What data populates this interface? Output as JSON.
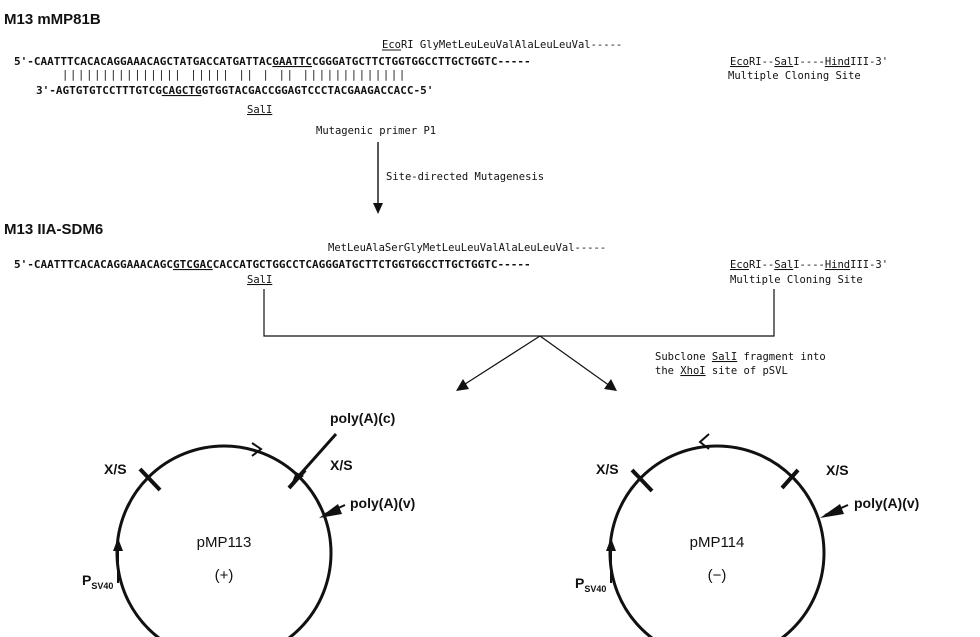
{
  "top": {
    "title": "M13 mMP81B",
    "aa_label": "EcoRI GlyMetLeuLeuValAlaLeuLeuVal-----",
    "seq5_prefix": "5'-CAATTTCACACAGGAAACAGCTATGACCATGATTAC",
    "seq5_ecori": "GAATTC",
    "seq5_rest": "CGGGATGCTTCTGGTGGCCTTGCTGGTC-----",
    "mcs_tail": "RI--",
    "mcs_sal": "Sal",
    "mcs_sal_tail": "I----",
    "mcs_hind": "Hind",
    "mcs_end": "III-3'",
    "mcs_eco": "Eco",
    "pairing": "||||||||||||||| ||||| || | || |||||||||||||",
    "primer_prefix": "3'-AGTGTGTCCTTTGTCG",
    "primer_sal": "CAGCTG",
    "primer_rest": "GTGGTACGACCGGAGTCCCTACGAAGACCACC-5'",
    "sal_label": "SalI",
    "mcs_label": "Multiple Cloning Site",
    "primer_label": "Mutagenic primer P1",
    "step_label": "Site-directed Mutagenesis"
  },
  "middle": {
    "title": "M13 IIA-SDM6",
    "aa_label": "MetLeuAlaSerGlyMetLeuLeuValAlaLeuLeuVal-----",
    "seq5_prefix": "5'-CAATTTCACACAGGAAACAGC",
    "seq5_sal": "GTCGAC",
    "seq5_rest": "CACCATGCTGGCCTCAGGGATGCTTCTGGTGGCCTTGCTGGTC-----",
    "sal_label": "SalI",
    "mcs_label": "Multiple Cloning Site",
    "subclone_line1_a": "Subclone ",
    "subclone_line1_b": "SalI",
    "subclone_line1_c": " fragment into",
    "subclone_line2_a": "the ",
    "subclone_line2_b": "XhoI",
    "subclone_line2_c": " site of pSVL"
  },
  "plasmids": [
    {
      "name": "pMP113",
      "orientation": "(+)",
      "site_left": "X/S",
      "site_right": "X/S",
      "poly_c": "poly(A)(c)",
      "poly_v": "poly(A)(v)",
      "promoter_main": "P",
      "promoter_sub": "SV40"
    },
    {
      "name": "pMP114",
      "orientation": "(−)",
      "site_left": "X/S",
      "site_right": "X/S",
      "poly_v": "poly(A)(v)",
      "promoter_main": "P",
      "promoter_sub": "SV40"
    }
  ]
}
